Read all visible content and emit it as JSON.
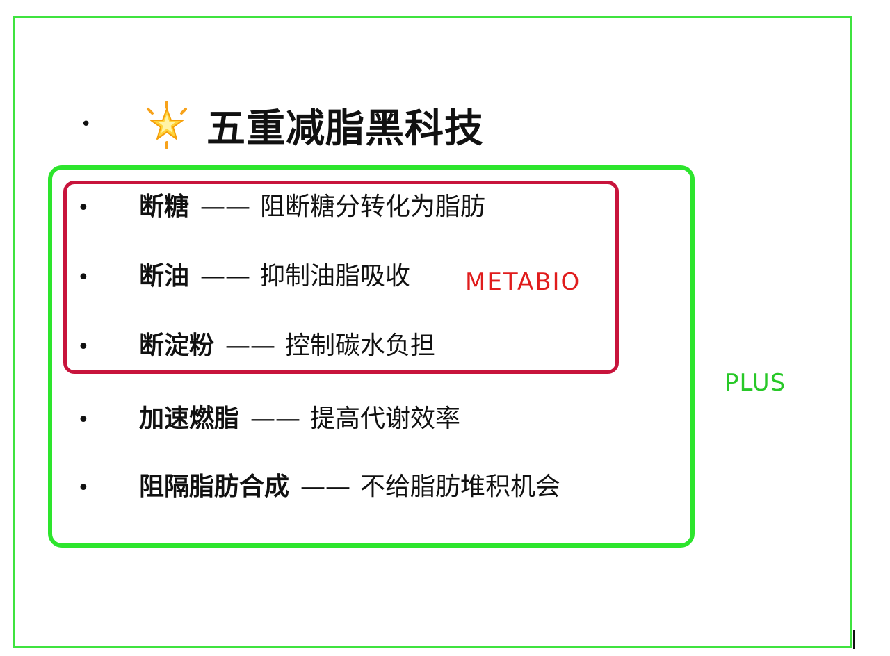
{
  "title": {
    "bullet": "•",
    "icon": "glowing-star-icon",
    "text": "五重减脂黑科技"
  },
  "items": [
    {
      "bullet": "•",
      "term": "断糖",
      "dash": "——",
      "desc": "阻断糖分转化为脂肪"
    },
    {
      "bullet": "•",
      "term": "断油",
      "dash": "——",
      "desc": "抑制油脂吸收"
    },
    {
      "bullet": "•",
      "term": "断淀粉",
      "dash": "——",
      "desc": "控制碳水负担"
    },
    {
      "bullet": "•",
      "term": "加速燃脂",
      "dash": "——",
      "desc": "提高代谢效率"
    },
    {
      "bullet": "•",
      "term": "阻隔脂肪合成",
      "dash": "——",
      "desc": "不给脂肪堆积机会"
    }
  ],
  "annotations": {
    "red_label": "METABIO",
    "green_label": "PLUS"
  },
  "colors": {
    "outer_frame": "#3fe33f",
    "green_box": "#2de52d",
    "red_box": "#c8143c",
    "red_label": "#e01c1c",
    "green_label": "#28c828"
  }
}
